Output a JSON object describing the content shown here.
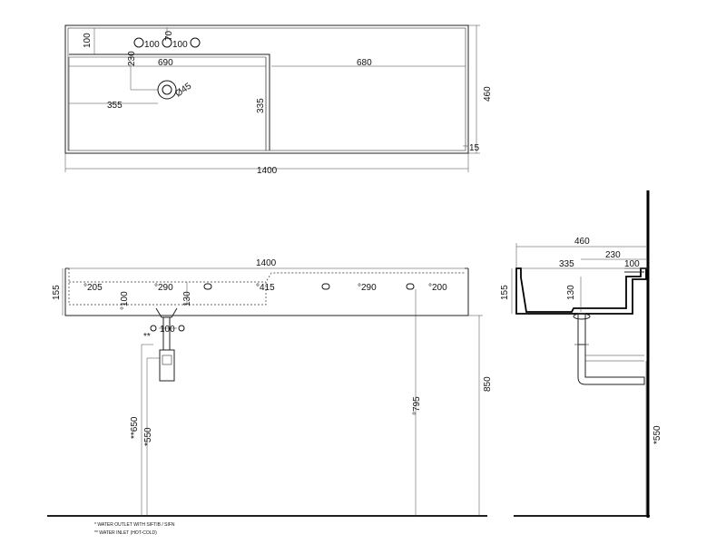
{
  "top_view": {
    "overall_length": "1400",
    "depth": "460",
    "basin_width": "690",
    "shelf_width": "680",
    "basin_depth": "335",
    "rim": "15",
    "back_to_tap": "100",
    "tap_spacing_left": "100",
    "tap_spacing_right": "100",
    "tap_offset": "70",
    "drain_from_back": "230",
    "drain_from_left": "355",
    "drain_diameter": "Ø45"
  },
  "front_view": {
    "overall_length": "1400",
    "height": "155",
    "bracket_205": "°205",
    "bracket_290_left": "°290",
    "bracket_415": "°415",
    "bracket_290_right": "°290",
    "bracket_200": "°200",
    "basin_inner_height": "130",
    "waste_width": "°100",
    "tap_spacing": "100",
    "outlet_height": "*550",
    "inlet_height": "**650",
    "bracket_height": "°795",
    "mount_height": "850",
    "inlet_marker": "**"
  },
  "side_view": {
    "depth": "460",
    "drain_from_wall": "230",
    "basin_depth": "335",
    "wall_gap": "100",
    "height": "155",
    "inner_height": "130",
    "outlet_height": "*550"
  },
  "notes": {
    "outlet": "*  WATER OUTLET WITH SIFTIB / SIFN",
    "inlet": "** WATER INLET  (HOT-COLD)"
  }
}
